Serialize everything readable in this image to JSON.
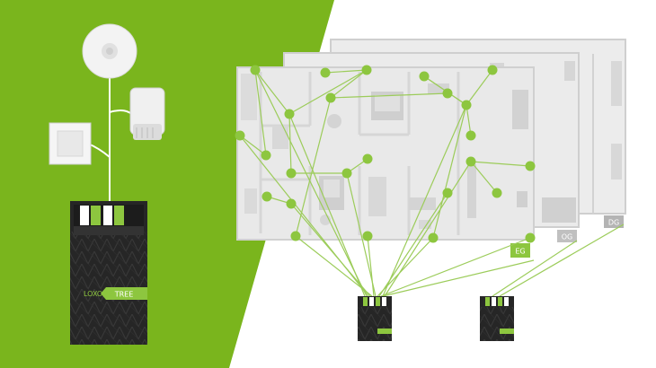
{
  "colors": {
    "brand_green": "#7ab51d",
    "node_green": "#8dc63f",
    "link_green": "#9ccc5a",
    "panel_gray": "#e9e9e9",
    "frame_gray": "#c8c8c8",
    "label_gray": "#b4b4b4",
    "device_dark": "#262626"
  },
  "devices": {
    "motion_sensor": "motion-sensor-icon",
    "valve_actuator": "valve-actuator-icon",
    "wall_switch": "wall-switch-icon"
  },
  "main_module": {
    "badge": "TREE",
    "brand": "LOXONE"
  },
  "floors": [
    {
      "label": "EG"
    },
    {
      "label": "OG"
    },
    {
      "label": "DG"
    }
  ]
}
